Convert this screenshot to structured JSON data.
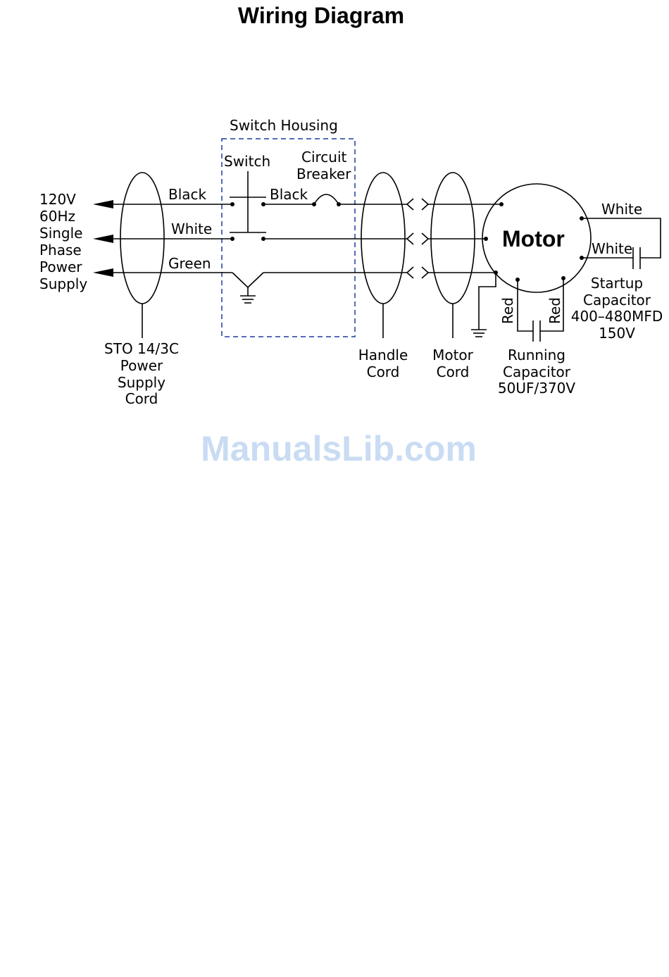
{
  "title": "Wiring Diagram",
  "watermark": "ManualsLib.com",
  "labels": {
    "supply": [
      "120V",
      "60Hz",
      "Single",
      "Phase",
      "Power",
      "Supply"
    ],
    "switch_housing": "Switch  Housing",
    "switch": "Switch",
    "circuit_breaker": [
      "Circuit",
      "Breaker"
    ],
    "wire_black_in": "Black",
    "wire_black_out": "Black",
    "wire_white": "White",
    "wire_green": "Green",
    "motor": "Motor",
    "motor_white_1": "White",
    "motor_white_2": "White",
    "red_1": "Red",
    "red_2": "Red",
    "power_cord": [
      "STO 14/3C",
      "Power",
      "Supply",
      "Cord"
    ],
    "handle_cord": [
      "Handle",
      "Cord"
    ],
    "motor_cord": [
      "Motor",
      "Cord"
    ],
    "running_capacitor": [
      "Running",
      "Capacitor",
      "50UF/370V"
    ],
    "startup_capacitor": [
      "Startup",
      "Capacitor",
      "400–480MFD",
      "150V"
    ]
  }
}
